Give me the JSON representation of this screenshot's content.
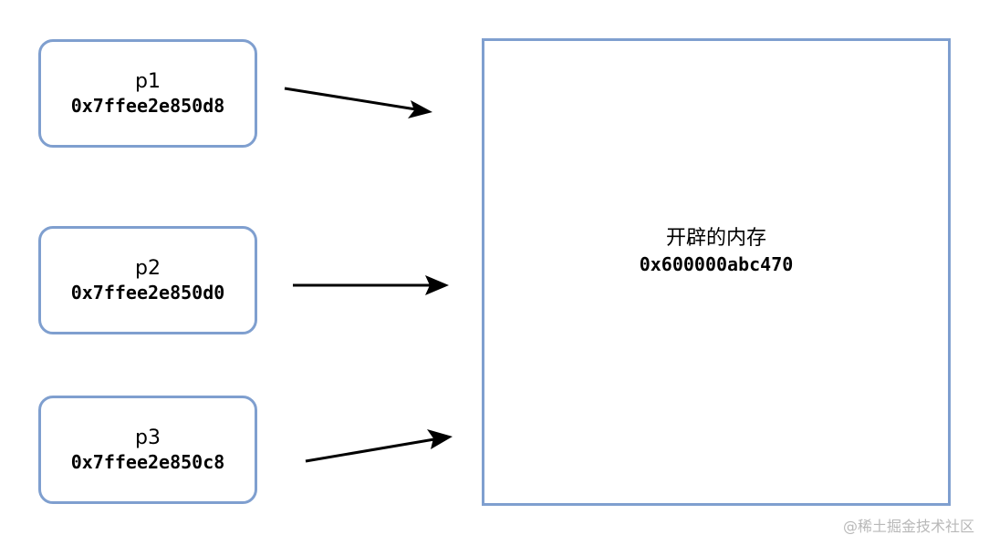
{
  "pointers": [
    {
      "name": "p1",
      "address": "0x7ffee2e850d8"
    },
    {
      "name": "p2",
      "address": "0x7ffee2e850d0"
    },
    {
      "name": "p3",
      "address": "0x7ffee2e850c8"
    }
  ],
  "memory": {
    "label": "开辟的内存",
    "address": "0x600000abc470"
  },
  "watermark": "@稀土掘金技术社区",
  "colors": {
    "box_border": "#7f9fcf",
    "arrow": "#000000",
    "watermark": "#b8b8b8"
  }
}
